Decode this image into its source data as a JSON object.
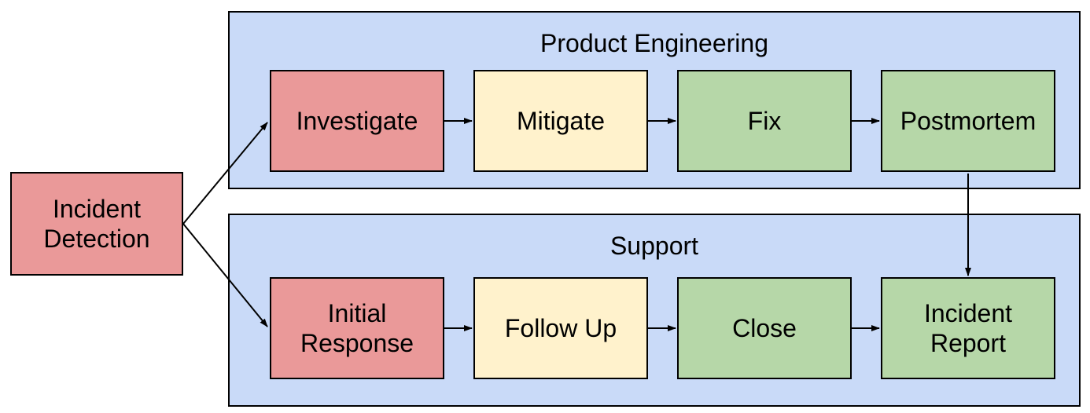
{
  "diagram": {
    "type": "flowchart",
    "background": "#ffffff",
    "stroke_color": "#000000",
    "lane_fill": "#c9daf8",
    "node_colors": {
      "red": "#ea9999",
      "yellow": "#fff2cc",
      "green": "#b6d7a8"
    },
    "standalone_node": {
      "label": "Incident Detection",
      "color": "red"
    },
    "lanes": [
      {
        "title": "Product Engineering",
        "nodes": [
          {
            "label": "Investigate",
            "color": "red"
          },
          {
            "label": "Mitigate",
            "color": "yellow"
          },
          {
            "label": "Fix",
            "color": "green"
          },
          {
            "label": "Postmortem",
            "color": "green"
          }
        ]
      },
      {
        "title": "Support",
        "nodes": [
          {
            "label": "Initial Response",
            "color": "red"
          },
          {
            "label": "Follow Up",
            "color": "yellow"
          },
          {
            "label": "Close",
            "color": "green"
          },
          {
            "label": "Incident Report",
            "color": "green"
          }
        ]
      }
    ],
    "edges": [
      {
        "from": "Incident Detection",
        "to": "Investigate"
      },
      {
        "from": "Incident Detection",
        "to": "Initial Response"
      },
      {
        "from": "Investigate",
        "to": "Mitigate"
      },
      {
        "from": "Mitigate",
        "to": "Fix"
      },
      {
        "from": "Fix",
        "to": "Postmortem"
      },
      {
        "from": "Postmortem",
        "to": "Incident Report"
      },
      {
        "from": "Initial Response",
        "to": "Follow Up"
      },
      {
        "from": "Follow Up",
        "to": "Close"
      },
      {
        "from": "Close",
        "to": "Incident Report"
      }
    ]
  }
}
